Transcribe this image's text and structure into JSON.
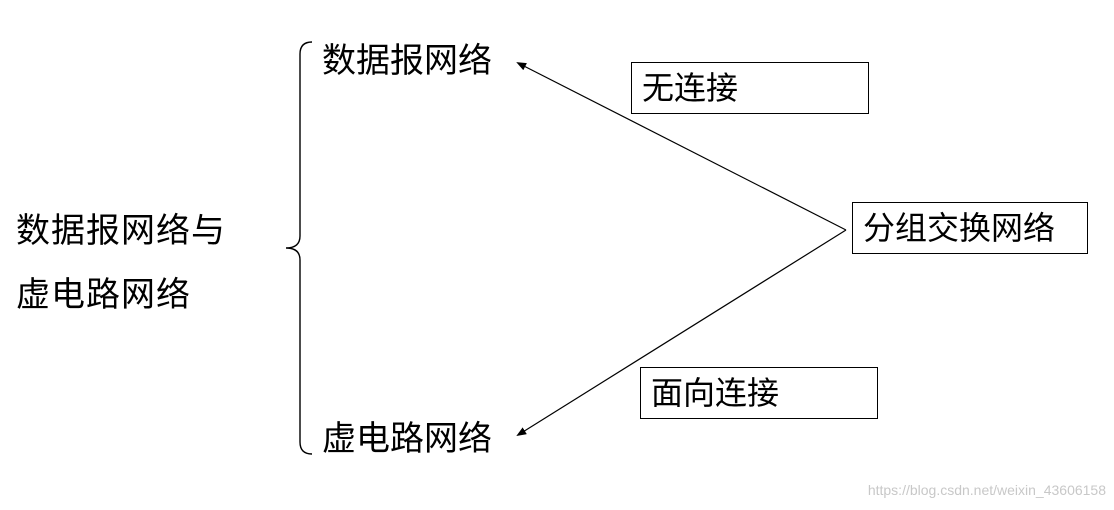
{
  "left_label": {
    "line1": "数据报网络与",
    "line2": "虚电路网络"
  },
  "nodes": {
    "datagram": "数据报网络",
    "virtual_circuit": "虚电路网络",
    "packet_switching": "分组交换网络"
  },
  "edge_labels": {
    "connectionless": "无连接",
    "connection_oriented": "面向连接"
  },
  "watermark": "https://blog.csdn.net/weixin_43606158",
  "colors": {
    "line": "#000000",
    "watermark": "#c8c8c8"
  }
}
